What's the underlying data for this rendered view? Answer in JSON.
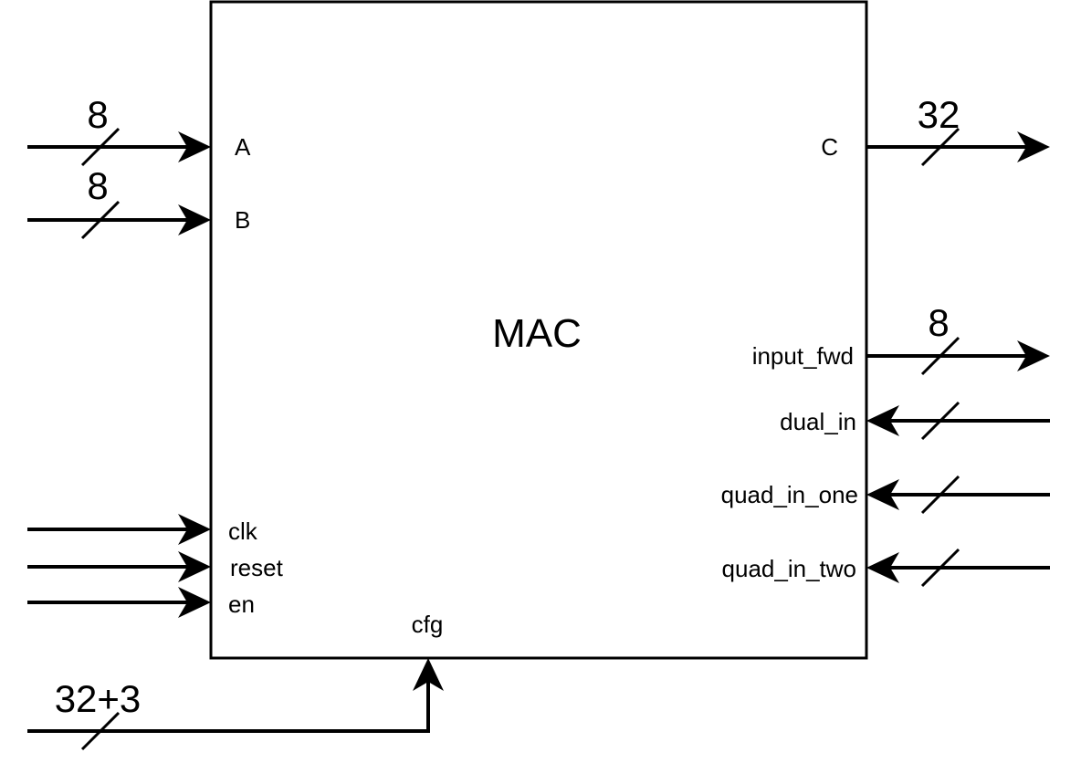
{
  "block": {
    "title": "MAC"
  },
  "inputs": {
    "a": {
      "port": "A",
      "width": "8"
    },
    "b": {
      "port": "B",
      "width": "8"
    },
    "clk": {
      "port": "clk"
    },
    "reset": {
      "port": "reset"
    },
    "en": {
      "port": "en"
    },
    "cfg": {
      "port": "cfg",
      "width": "32+3"
    }
  },
  "outputs": {
    "c": {
      "port": "C",
      "width": "32"
    },
    "input_fwd": {
      "port": "input_fwd",
      "width": "8"
    }
  },
  "right_inputs": {
    "dual_in": {
      "port": "dual_in"
    },
    "quad_in_one": {
      "port": "quad_in_one"
    },
    "quad_in_two": {
      "port": "quad_in_two"
    }
  }
}
